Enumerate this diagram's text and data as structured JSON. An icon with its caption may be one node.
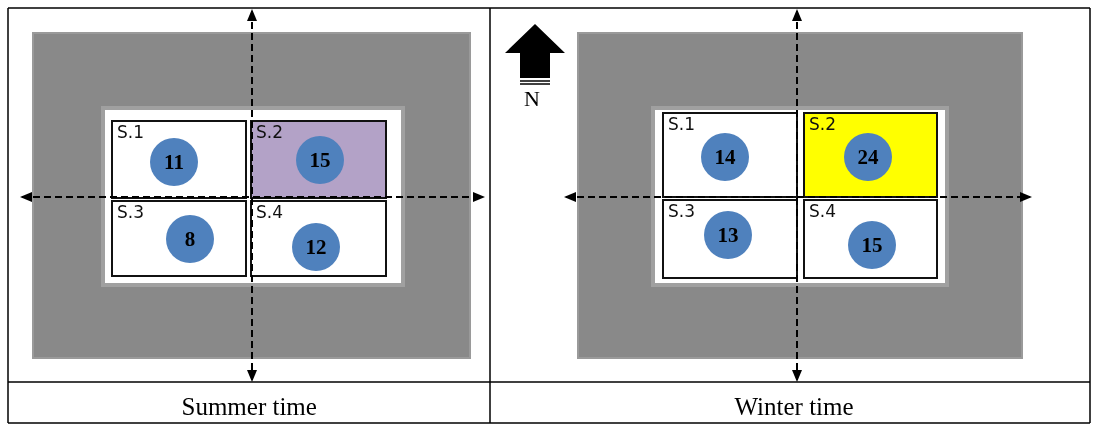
{
  "diagram": {
    "nodes": [
      {
        "text": [
          "S.1"
        ]
      },
      {
        "text": [
          "11"
        ],
        "in": 0
      },
      {
        "text": [
          "S.2"
        ]
      },
      {
        "text": [
          "15"
        ],
        "in": 2
      },
      {
        "text": [
          "S.3"
        ]
      },
      {
        "text": [
          "8"
        ],
        "in": 4
      },
      {
        "text": [
          "S.4"
        ]
      },
      {
        "text": [
          "12"
        ],
        "in": 6
      },
      {
        "text": [
          "S.1"
        ]
      },
      {
        "text": [
          "14"
        ],
        "in": 8
      },
      {
        "text": [
          "S.2"
        ]
      },
      {
        "text": [
          "24"
        ],
        "in": 10
      },
      {
        "text": [
          "S.3"
        ]
      },
      {
        "text": [
          "13"
        ],
        "in": 12
      },
      {
        "text": [
          "S.4"
        ]
      },
      {
        "text": [
          "15"
        ],
        "in": 14
      }
    ],
    "labels": [
      "N",
      "Summer time",
      "Winter time"
    ]
  }
}
